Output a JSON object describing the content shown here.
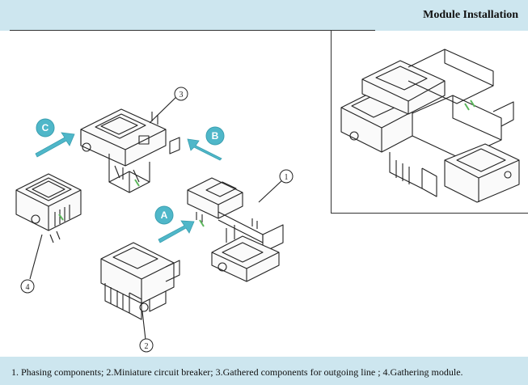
{
  "header": {
    "title": "Module Installation"
  },
  "footer": {
    "caption": "1. Phasing components; 2.Miniature circuit breaker; 3.Gathered components for outgoing line ; 4.Gathering module."
  },
  "callouts": [
    "1",
    "2",
    "3",
    "4"
  ],
  "arrows": [
    "A",
    "B",
    "C"
  ],
  "colors": {
    "band": "#cde6ef",
    "arrow": "#4fb7c9",
    "line": "#222222"
  }
}
